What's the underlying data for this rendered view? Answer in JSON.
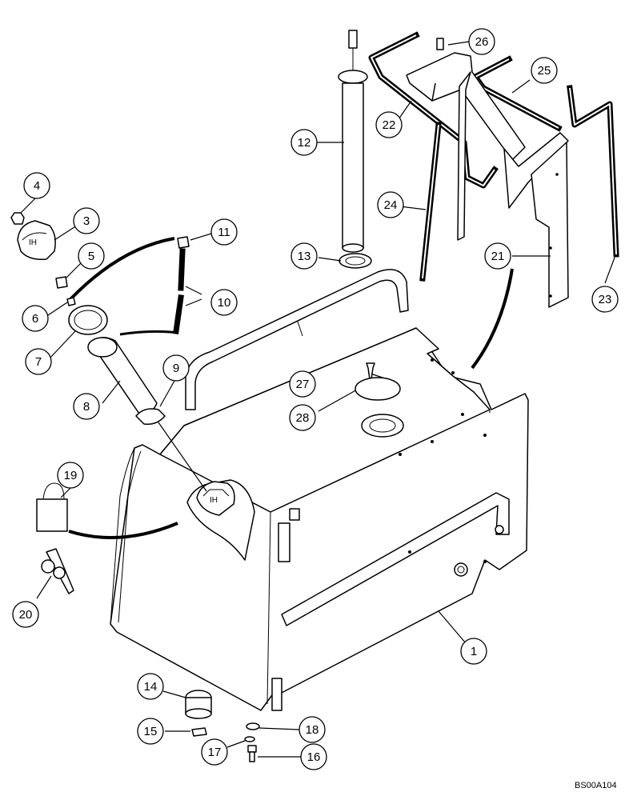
{
  "drawing_code": "BS00A104",
  "callouts": [
    "1",
    "3",
    "4",
    "5",
    "6",
    "7",
    "8",
    "9",
    "10",
    "11",
    "12",
    "13",
    "14",
    "15",
    "16",
    "17",
    "18",
    "19",
    "20",
    "21",
    "22",
    "23",
    "24",
    "25",
    "26",
    "27",
    "28"
  ]
}
